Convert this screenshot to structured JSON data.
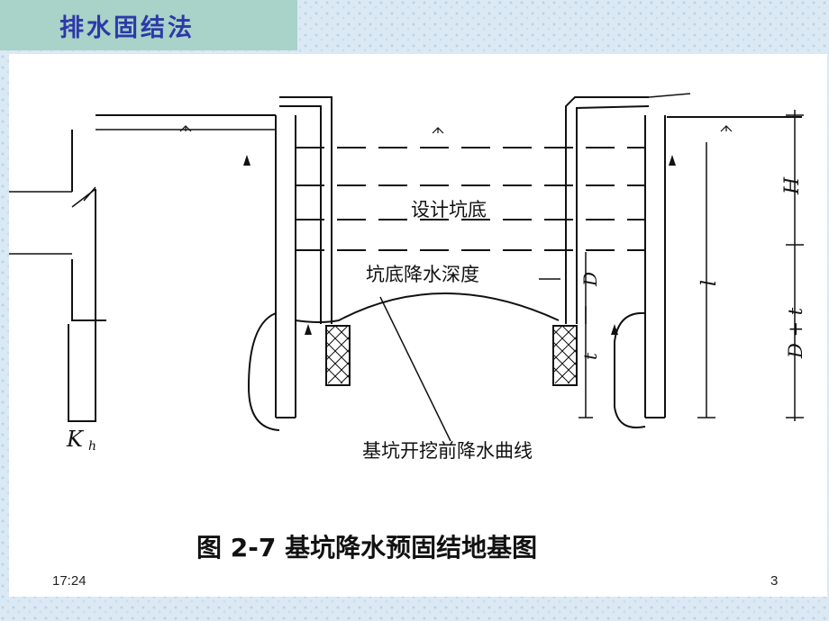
{
  "slide": {
    "title": "排水固结法",
    "footer_time": "17:24",
    "page_number": "3"
  },
  "diagram": {
    "label_design_bottom": "设计坑底",
    "label_dewater_depth": "坑底降水深度",
    "label_curve": "基坑开挖前降水曲线",
    "caption": "图 2-7  基坑降水预固结地基图",
    "dim_H": "H",
    "dim_D": "D",
    "dim_t": "t",
    "dim_l": "l",
    "dim_Dt": "D + t",
    "k_label": "K",
    "k_sub": "h"
  },
  "colors": {
    "title_bar": "#a9d2c9",
    "title_text": "#2c39a7",
    "background_pattern": "#dbe9f4"
  }
}
